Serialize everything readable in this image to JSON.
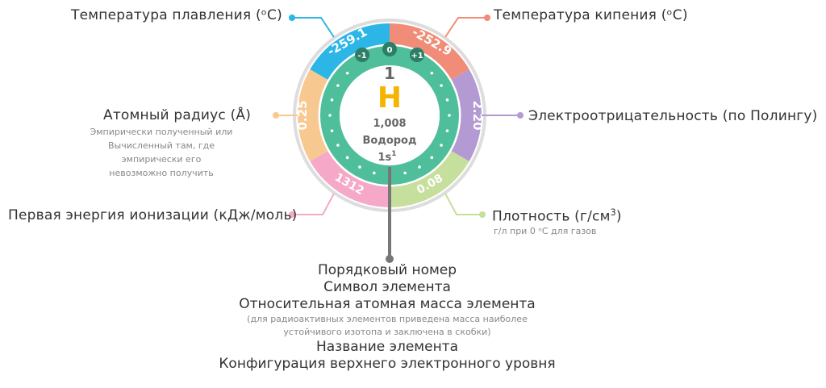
{
  "element": {
    "number": "1",
    "symbol": "H",
    "mass": "1,008",
    "name": "Водород",
    "config_base": "1s",
    "config_sup": "1",
    "oxidation_states": [
      "-1",
      "0",
      "+1"
    ]
  },
  "segments": {
    "melting": "-259.1",
    "boiling": "-252.9",
    "electroneg": "2.20",
    "density": "0.08",
    "ionization": "1312",
    "radius": "0.25"
  },
  "labels": {
    "melting": "Температура плавления (ᵒC)",
    "boiling": "Температура кипения (ᵒC)",
    "electroneg": "Электроотрицательность (по Полингу)",
    "density_base": "Плотность (г/см",
    "density_sup": "3",
    "density_end": ")",
    "density_sub": "г/л при 0 ᵒC для газов",
    "ionization": "Первая энергия ионизации (кДж/моль)",
    "radius": "Атомный радиус (Å)",
    "radius_sub": [
      "Эмпирически полученный или",
      "Вычисленный там, где",
      "эмпирически его",
      "невозможно получить"
    ]
  },
  "legend": {
    "line1": "Порядковый номер",
    "line2": "Символ элемента",
    "line3": "Относительная атомная масса элемента",
    "note1": "(для радиоактивных элементов приведена масса наиболее",
    "note2": "устойчивого изотопа и заключена в скобки)",
    "line4": "Название элемента",
    "line5": "Конфигурация верхнего электронного уровня"
  },
  "colors": {
    "melting": "#2bb6e6",
    "boiling": "#f08c77",
    "electroneg": "#b49ad2",
    "density": "#c6df9c",
    "ionization": "#f6a8c8",
    "radius": "#f8c891",
    "ring": "#4fbe9b",
    "symbol": "#f5b400"
  }
}
